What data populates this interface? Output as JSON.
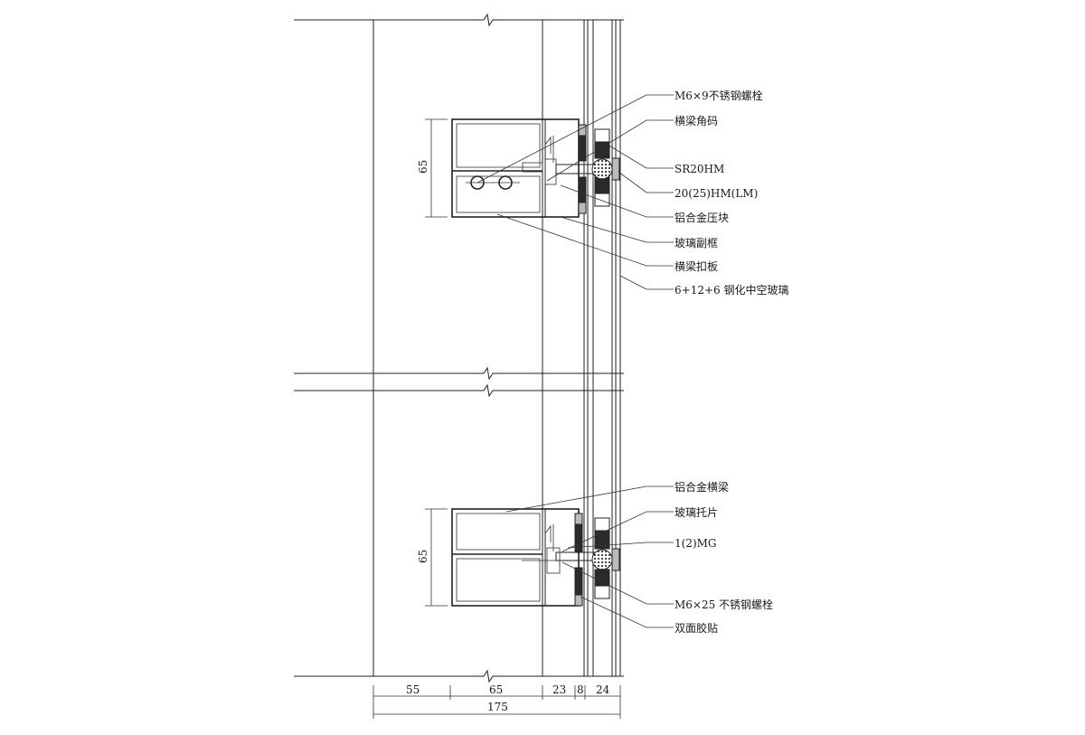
{
  "labels_upper": [
    "M6×9不锈钢螺栓",
    "横梁角码",
    "SR20HM",
    "20(25)HM(LM)",
    "铝合金压块",
    "玻璃副框",
    "横梁扣板",
    "6+12+6 钢化中空玻璃"
  ],
  "labels_lower": [
    "铝合金横梁",
    "玻璃托片",
    "1(2)MG",
    "M6×25 不锈钢螺栓",
    "双面胶贴"
  ],
  "dimensions": {
    "profile_height_upper": "65",
    "profile_height_lower": "65",
    "bottom": [
      "55",
      "65",
      "23",
      "8",
      "24"
    ],
    "total": "175"
  }
}
